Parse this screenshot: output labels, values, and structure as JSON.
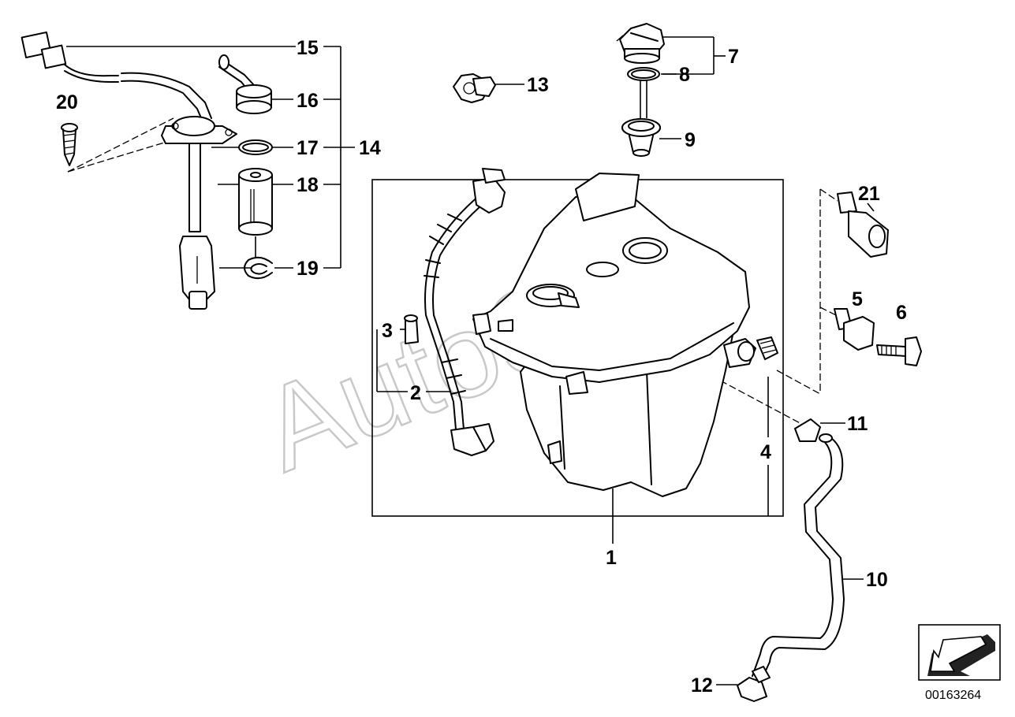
{
  "diagram": {
    "watermark": "AutoSoft",
    "doc_number": "00163264",
    "callouts": [
      "1",
      "2",
      "3",
      "4",
      "5",
      "6",
      "7",
      "8",
      "9",
      "10",
      "11",
      "12",
      "13",
      "14",
      "15",
      "16",
      "17",
      "18",
      "19",
      "20",
      "21"
    ],
    "icons": [
      "arrow-direction-icon"
    ],
    "colors": {
      "line": "#000000",
      "background": "#ffffff",
      "watermark": "#c8c8c8"
    }
  }
}
